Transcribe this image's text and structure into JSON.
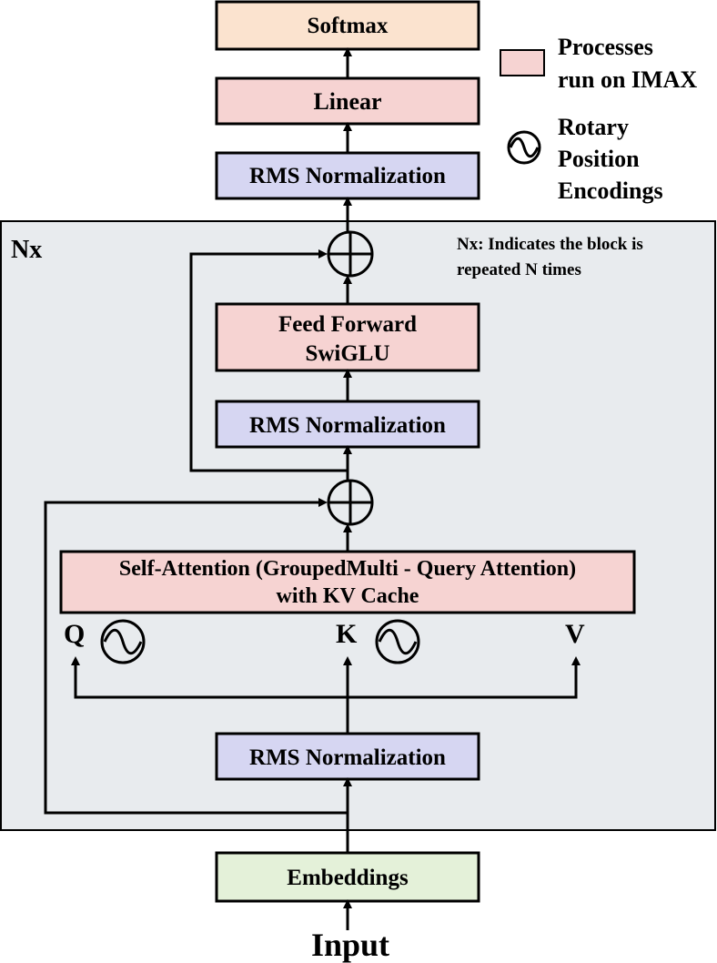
{
  "diagram": {
    "outputs": {
      "softmax": "Softmax",
      "linear": "Linear",
      "rms_top": "RMS Normalization"
    },
    "block": {
      "label": "Nx",
      "note_line1": "Nx: Indicates the block is",
      "note_line2": "repeated N times",
      "feed_forward_line1": "Feed Forward",
      "feed_forward_line2": "SwiGLU",
      "rms_middle": "RMS Normalization",
      "attention_line1": "Self-Attention (GroupedMulti - Query Attention)",
      "attention_line2": "with KV Cache",
      "q_label": "Q",
      "k_label": "K",
      "v_label": "V",
      "rms_bottom": "RMS Normalization"
    },
    "embeddings": "Embeddings",
    "input": "Input"
  },
  "legend": {
    "imax_line1": "Processes",
    "imax_line2": "run on IMAX",
    "rope_line1": "Rotary",
    "rope_line2": "Position",
    "rope_line3": "Encodings"
  },
  "colors": {
    "imax_fill": "#f6d3d2",
    "rms_fill": "#d6d6f2",
    "softmax_fill": "#fbe3cf",
    "embeddings_fill": "#e4f1d9",
    "block_bg": "#e8ebee",
    "stroke": "#000000"
  }
}
